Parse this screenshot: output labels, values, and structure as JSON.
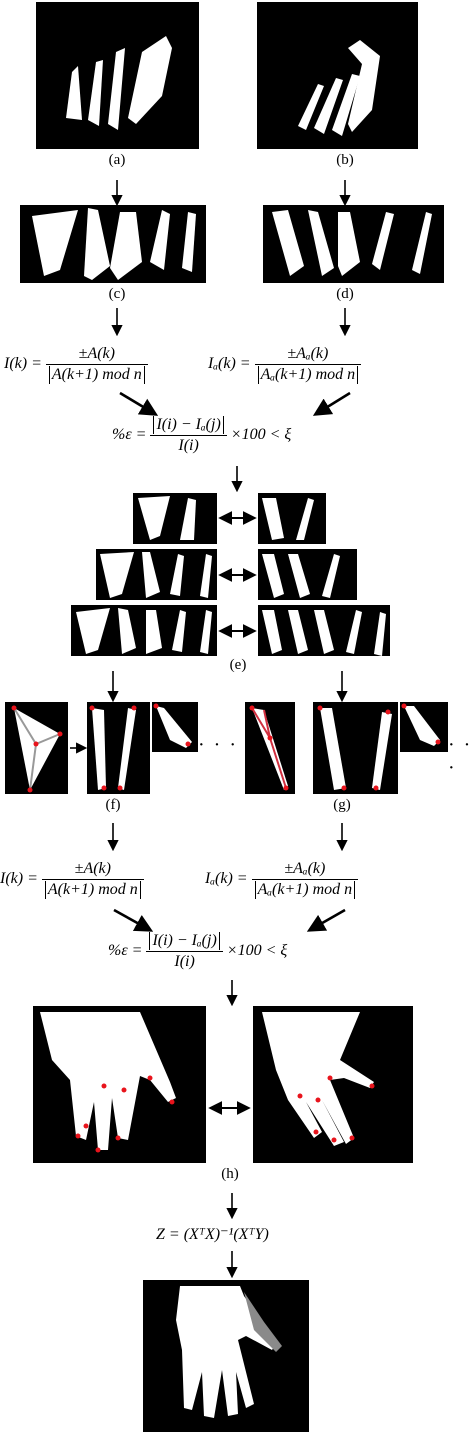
{
  "labels": {
    "a": "(a)",
    "b": "(b)",
    "c": "(c)",
    "d": "(d)",
    "e": "(e)",
    "f": "(f)",
    "g": "(g)",
    "h": "(h)"
  },
  "formulas": {
    "ik_lhs": "I(k) =",
    "ik_num": "±A(k)",
    "ik_den": "A(k+1) mod n",
    "iak_lhs": "Iₐ(k) =",
    "iak_num": "±Aₐ(k)",
    "iak_den": "Aₐ(k+1) mod n",
    "err_lhs": "%ε  =",
    "err_num": "I(i) − Iₐ(j)",
    "err_den": "I(i)",
    "err_rhs": "×100 < ξ",
    "z_eq": "Z = (XᵀX)⁻¹(XᵀY)"
  },
  "ellipsis": "· · ·",
  "icons": [
    "down-arrow-icon",
    "right-arrow-icon",
    "double-arrow-icon"
  ],
  "colors": {
    "image_bg": "#000000",
    "shape": "#ffffff",
    "keypoint": "#e8141c"
  }
}
